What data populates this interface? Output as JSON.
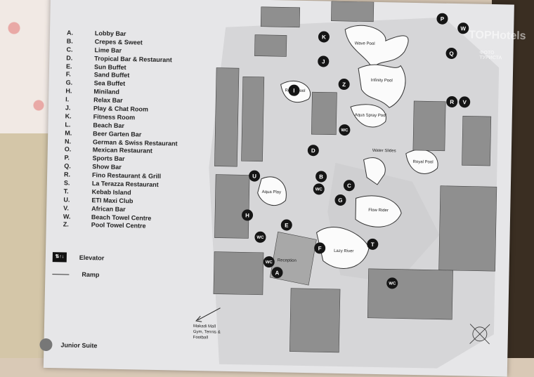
{
  "legend": [
    {
      "key": "A.",
      "name": "Lobby Bar"
    },
    {
      "key": "B.",
      "name": "Crepes & Sweet"
    },
    {
      "key": "C.",
      "name": "Lime Bar"
    },
    {
      "key": "D.",
      "name": "Tropical Bar & Restaurant"
    },
    {
      "key": "E.",
      "name": "Sun Buffet"
    },
    {
      "key": "F.",
      "name": "Sand Buffet"
    },
    {
      "key": "G.",
      "name": "Sea Buffet"
    },
    {
      "key": "H.",
      "name": "Miniland"
    },
    {
      "key": "I.",
      "name": "Relax Bar"
    },
    {
      "key": "J.",
      "name": "Play & Chat Room"
    },
    {
      "key": "K.",
      "name": "Fitness Room"
    },
    {
      "key": "L.",
      "name": "Beach Bar"
    },
    {
      "key": "M.",
      "name": "Beer Garten Bar"
    },
    {
      "key": "N.",
      "name": "German & Swiss Restaurant"
    },
    {
      "key": "O.",
      "name": "Mexican Restaurant"
    },
    {
      "key": "P.",
      "name": "Sports Bar"
    },
    {
      "key": "Q.",
      "name": "Show Bar"
    },
    {
      "key": "R.",
      "name": "Fino Restaurant & Grill"
    },
    {
      "key": "S.",
      "name": "La Terazza Restaurant"
    },
    {
      "key": "T.",
      "name": "Kebab Island"
    },
    {
      "key": "U.",
      "name": "ETI Maxi Club"
    },
    {
      "key": "V.",
      "name": "African Bar"
    },
    {
      "key": "W.",
      "name": "Beach Towel Centre"
    },
    {
      "key": "Z.",
      "name": "Pool Towel Centre"
    }
  ],
  "symbols": {
    "elevator_label": "Elevator",
    "ramp_label": "Ramp",
    "elevator_icon_text": "⇅↑↓"
  },
  "junior_suite_label": "Junior Suite",
  "direction_lines": [
    "Makadi Mall",
    "Gym, Tennis &",
    "Football"
  ],
  "pool_labels": {
    "wave": "Wave Pool",
    "infinity": "Infinity Pool",
    "relax": "Relax Pool",
    "aqua_spray": "Aqua Spray Pool",
    "water_slides": "Water Slides",
    "royal": "Royal Pool",
    "aqua_play": "Aqua Play",
    "flow_rider": "Flow Rider",
    "lazy_river": "Lazy River",
    "reception": "Reception"
  },
  "markers": [
    "A",
    "B",
    "C",
    "D",
    "E",
    "F",
    "G",
    "H",
    "I",
    "J",
    "K",
    "P",
    "Q",
    "R",
    "T",
    "U",
    "V",
    "W",
    "Z",
    "WC",
    "WC",
    "WC",
    "WC",
    "WC"
  ],
  "watermark": {
    "title": "TOPHotels",
    "sub": "ФОТО ТУРИСТА"
  },
  "colors": {
    "marker": "#151515",
    "building": "#8f8f8f",
    "pool": "#ffffff",
    "paper": "#e6e6e8"
  }
}
